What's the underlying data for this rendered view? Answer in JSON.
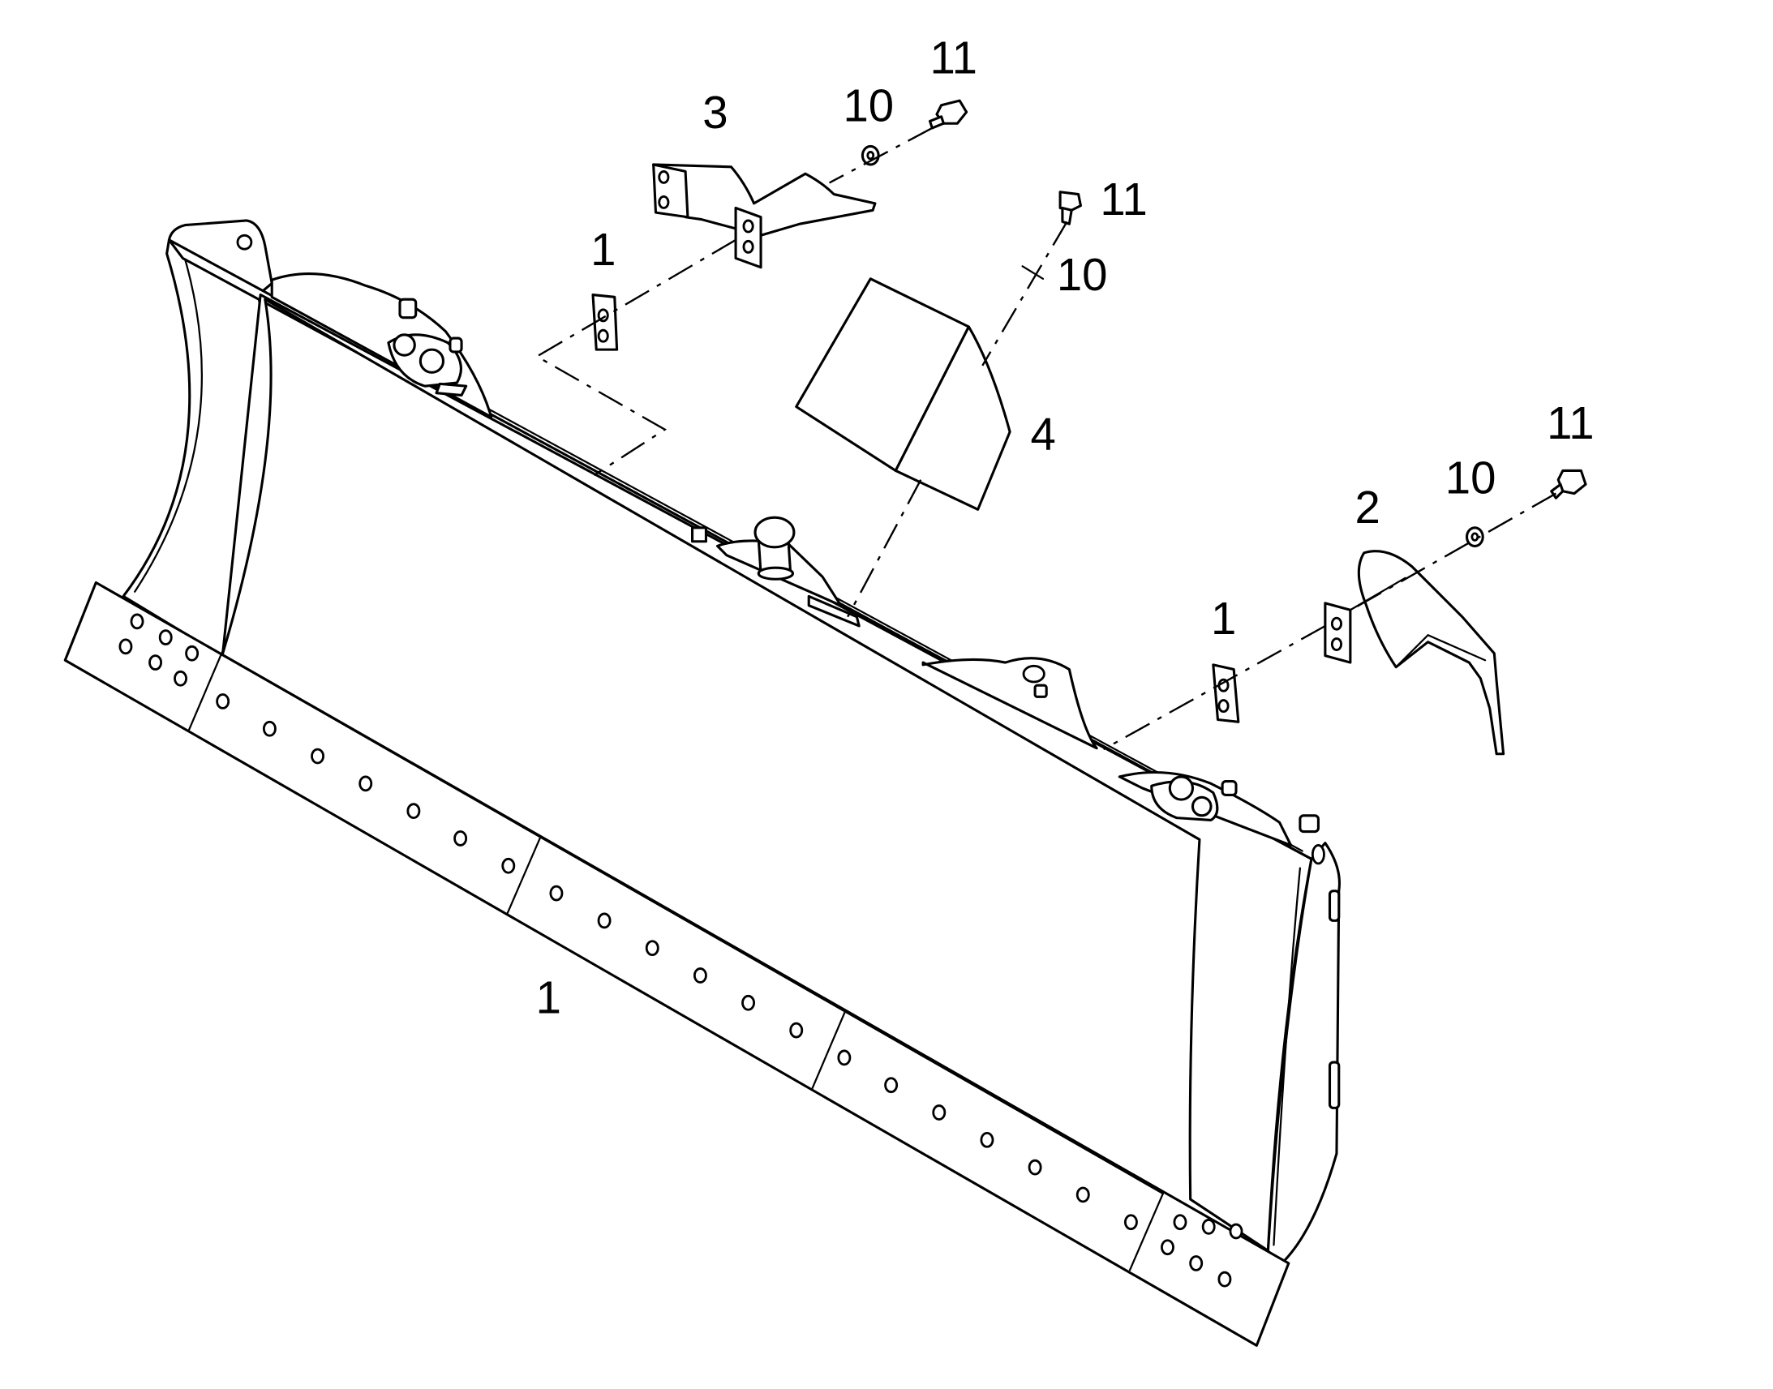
{
  "diagram": {
    "colors": {
      "line": "#000000",
      "background": "#ffffff"
    },
    "parts": [
      {
        "id": "part-1",
        "name": "cutting-edge"
      },
      {
        "id": "part-2",
        "name": "right-end-guard"
      },
      {
        "id": "part-3",
        "name": "left-end-guard"
      },
      {
        "id": "part-4",
        "name": "center-cover"
      },
      {
        "id": "part-10",
        "name": "washer"
      },
      {
        "id": "part-11",
        "name": "bolt"
      }
    ],
    "callouts": [
      {
        "key": "callout-3",
        "text": "3"
      },
      {
        "key": "callout-10-top",
        "text": "10"
      },
      {
        "key": "callout-11-top",
        "text": "11"
      },
      {
        "key": "callout-11-middle",
        "text": "11"
      },
      {
        "key": "callout-10-middle",
        "text": "10"
      },
      {
        "key": "callout-1-upper-left",
        "text": "1"
      },
      {
        "key": "callout-4",
        "text": "4"
      },
      {
        "key": "callout-11-right",
        "text": "11"
      },
      {
        "key": "callout-10-right",
        "text": "10"
      },
      {
        "key": "callout-2",
        "text": "2"
      },
      {
        "key": "callout-1-right",
        "text": "1"
      },
      {
        "key": "callout-1-bottom",
        "text": "1"
      }
    ]
  }
}
